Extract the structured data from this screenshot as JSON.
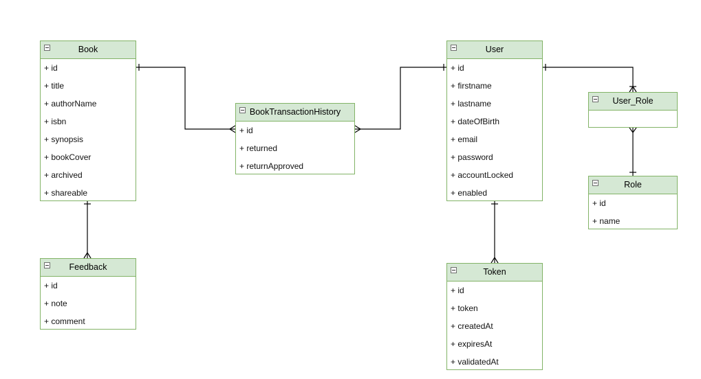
{
  "entities": {
    "book": {
      "title": "Book",
      "attributes": [
        "+ id",
        "+ title",
        "+ authorName",
        "+ isbn",
        "+ synopsis",
        "+ bookCover",
        "+ archived",
        "+ shareable"
      ]
    },
    "feedback": {
      "title": "Feedback",
      "attributes": [
        "+ id",
        "+ note",
        "+ comment"
      ]
    },
    "transaction": {
      "title": "BookTransactionHistory",
      "attributes": [
        "+ id",
        "+ returned",
        "+ returnApproved"
      ]
    },
    "user": {
      "title": "User",
      "attributes": [
        "+ id",
        "+ firstname",
        "+ lastname",
        "+ dateOfBirth",
        "+ email",
        "+ password",
        "+ accountLocked",
        "+ enabled"
      ]
    },
    "token": {
      "title": "Token",
      "attributes": [
        "+ id",
        "+ token",
        "+ createdAt",
        "+ expiresAt",
        "+ validatedAt"
      ]
    },
    "user_role": {
      "title": "User_Role",
      "attributes": []
    },
    "role": {
      "title": "Role",
      "attributes": [
        "+ id",
        "+ name"
      ]
    }
  },
  "colors": {
    "header_fill": "#d5e8d4",
    "border": "#82b366",
    "line": "#000000"
  }
}
